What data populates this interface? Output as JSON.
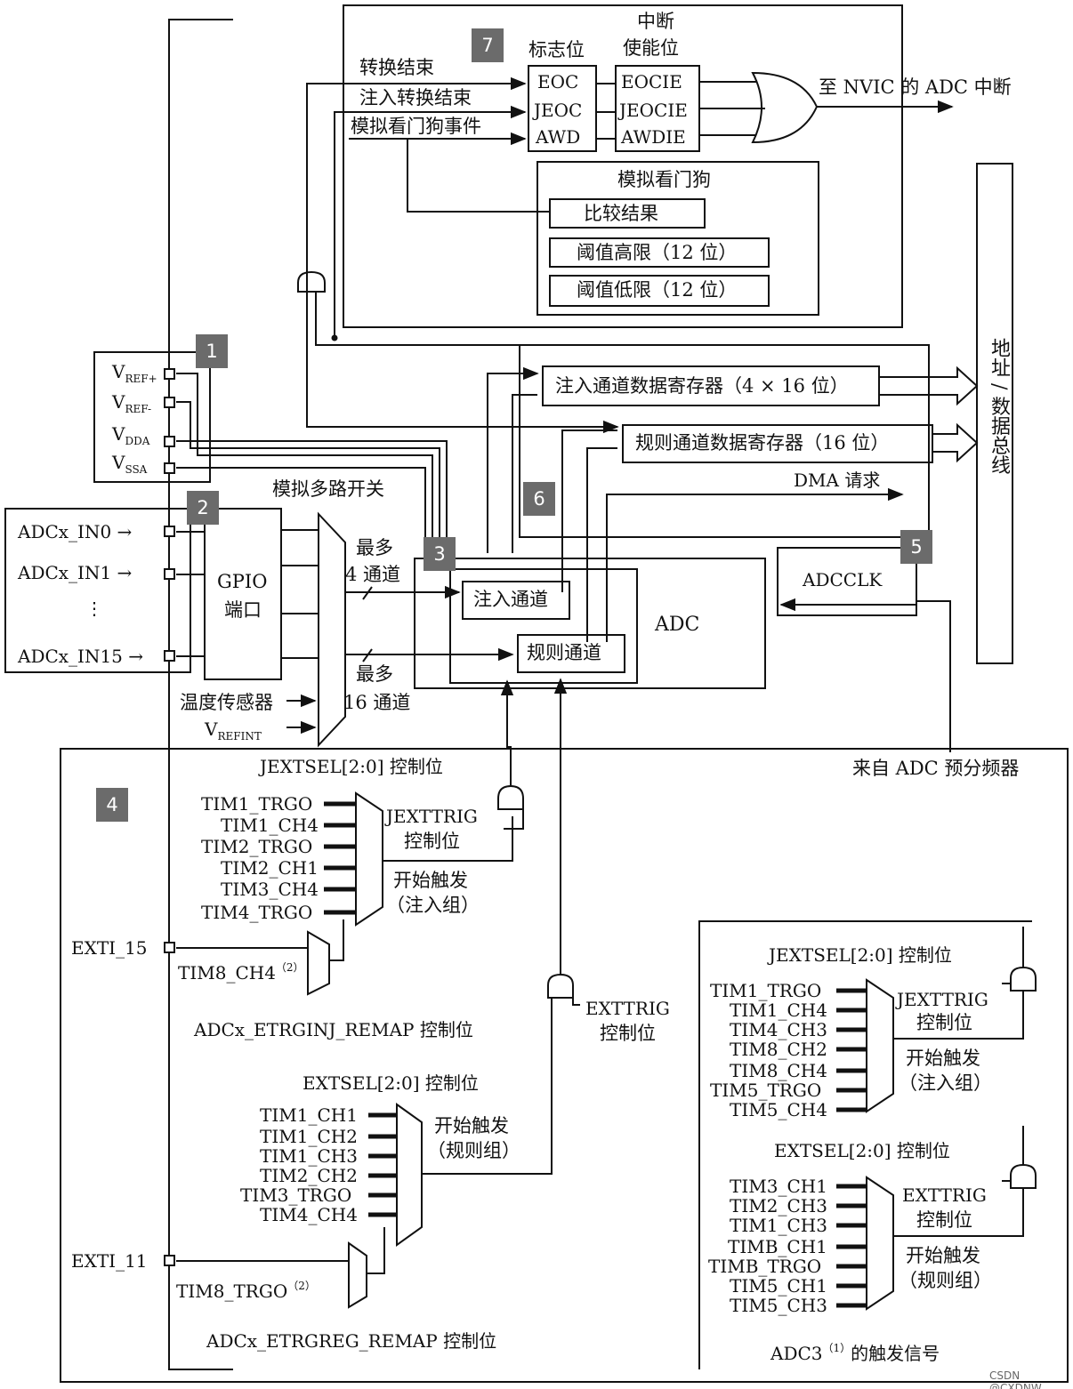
{
  "tags": [
    "1",
    "2",
    "3",
    "4",
    "5",
    "6",
    "7"
  ],
  "interrupt": {
    "flag_header": "标志位",
    "enable_header_1": "中断",
    "enable_header_2": "使能位",
    "events": [
      "转换结束",
      "注入转换结束",
      "模拟看门狗事件"
    ],
    "flags": [
      "EOC",
      "JEOC",
      "AWD"
    ],
    "enables": [
      "EOCIE",
      "JEOCIE",
      "AWDIE"
    ],
    "output": "至 NVIC 的 ADC 中断"
  },
  "watchdog": {
    "title": "模拟看门狗",
    "compare": "比较结果",
    "high": "阈值高限（12 位）",
    "low": "阈值低限（12 位）"
  },
  "power_pins": {
    "vref_plus": {
      "main": "V",
      "sub": "REF+"
    },
    "vref_minus": {
      "main": "V",
      "sub": "REF-"
    },
    "vdda": {
      "main": "V",
      "sub": "DDA"
    },
    "vssa": {
      "main": "V",
      "sub": "SSA"
    }
  },
  "inputs": [
    "ADCx_IN0 →",
    "ADCx_IN1 →",
    "⋮",
    "ADCx_IN15 →"
  ],
  "gpio": {
    "line1": "GPIO",
    "line2": "端口"
  },
  "analog_mux": {
    "title": "模拟多路开关",
    "temp_sensor": "温度传感器",
    "vrefint": {
      "main": "V",
      "sub": "REFINT"
    },
    "max_inj_1": "最多",
    "max_inj_2": "4 通道",
    "max_reg_1": "最多",
    "max_reg_2": "16 通道"
  },
  "registers": {
    "injected": "注入通道数据寄存器（4 × 16 位）",
    "regular": "规则通道数据寄存器（16 位）",
    "dma": "DMA 请求"
  },
  "bus": "地址 / 数据总线",
  "adc": {
    "label": "ADC",
    "injected": "注入通道",
    "regular": "规则通道",
    "clock": "ADCCLK",
    "prescaler": "来自 ADC 预分频器"
  },
  "triggers": {
    "jextsel": "JEXTSEL[2:0] 控制位",
    "jext_signals": [
      "TIM1_TRGO",
      "TIM1_CH4",
      "TIM2_TRGO",
      "TIM2_CH1",
      "TIM3_CH4",
      "TIM4_TRGO"
    ],
    "jexttrig_1": "JEXTTRIG",
    "jexttrig_2": "控制位",
    "start_inj_1": "开始触发",
    "start_inj_2": "（注入组）",
    "exti15": "EXTI_15",
    "tim8_ch4": "TIM8_CH4",
    "note2a": "（2）",
    "remap_inj": "ADCx_ETRGINJ_REMAP 控制位",
    "exttrig_1": "EXTTRIG",
    "exttrig_2": "控制位",
    "extsel": "EXTSEL[2:0] 控制位",
    "ext_signals": [
      "TIM1_CH1",
      "TIM1_CH2",
      "TIM1_CH3",
      "TIM2_CH2",
      "TIM3_TRGO",
      "TIM4_CH4"
    ],
    "start_reg_1": "开始触发",
    "start_reg_2": "（规则组）",
    "exti11": "EXTI_11",
    "tim8_trgo": "TIM8_TRGO",
    "note2b": "（2）",
    "remap_reg": "ADCx_ETRGREG_REMAP 控制位"
  },
  "adc3": {
    "jextsel": "JEXTSEL[2:0] 控制位",
    "jext_signals": [
      "TIM1_TRGO",
      "TIM1_CH4",
      "TIM4_CH3",
      "TIM8_CH2",
      "TIM8_CH4",
      "TIM5_TRGO",
      "TIM5_CH4"
    ],
    "jexttrig_1": "JEXTTRIG",
    "jexttrig_2": "控制位",
    "start_inj_1": "开始触发",
    "start_inj_2": "（注入组）",
    "extsel": "EXTSEL[2:0] 控制位",
    "ext_signals": [
      "TIM3_CH1",
      "TIM2_CH3",
      "TIM1_CH3",
      "TIMB_CH1",
      "TIMB_TRGO",
      "TIM5_CH1",
      "TIM5_CH3"
    ],
    "exttrig_1": "EXTTRIG",
    "exttrig_2": "控制位",
    "start_reg_1": "开始触发",
    "start_reg_2": "（规则组）",
    "caption_a": "ADC3",
    "note1": "（1）",
    "caption_b": "的触发信号"
  },
  "watermark": "CSDN @CXDNW"
}
